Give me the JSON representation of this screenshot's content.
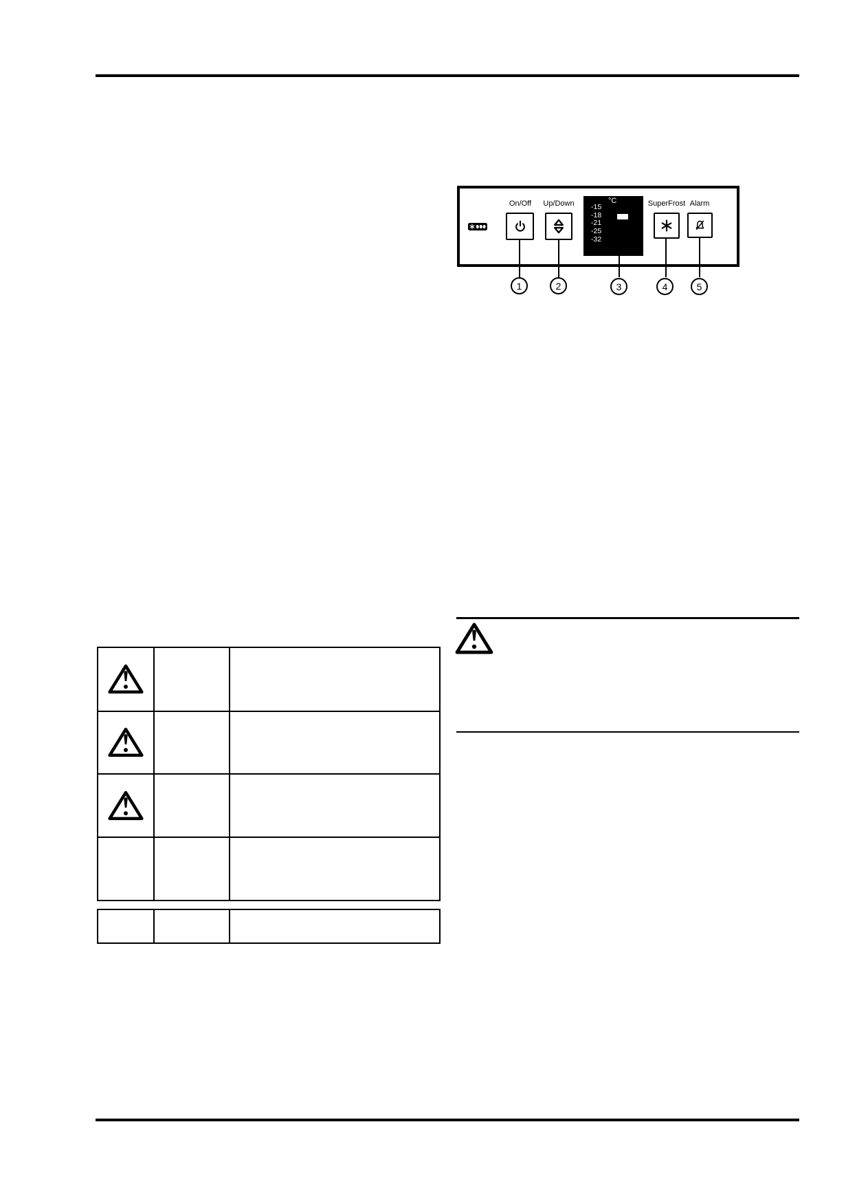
{
  "colors": {
    "ink": "#000000",
    "paper": "#ffffff",
    "display_bg": "#000000",
    "display_text": "#ffffff"
  },
  "control_panel": {
    "badge": {
      "icon": "freezer-rating-badge-icon"
    },
    "buttons": {
      "on_off": {
        "label": "On/Off",
        "icon": "power-icon",
        "callout": "1"
      },
      "up_down": {
        "label": "Up/Down",
        "icon": "up-down-arrows-icon",
        "callout": "2"
      },
      "superfrost": {
        "label": "SuperFrost",
        "icon": "snowflake-icon",
        "callout": "4"
      },
      "alarm": {
        "label": "Alarm",
        "icon": "alarm-off-icon",
        "callout": "5"
      }
    },
    "display": {
      "unit": "°C",
      "temperatures": [
        "-15",
        "-18",
        "-21",
        "-25",
        "-32"
      ],
      "selected_temperature": "-18",
      "callout": "3"
    }
  },
  "callouts": [
    "1",
    "2",
    "3",
    "4",
    "5"
  ],
  "left_table": {
    "columns": 3,
    "rows": [
      {
        "icon": "warning-triangle-icon"
      },
      {
        "icon": "warning-triangle-icon"
      },
      {
        "icon": "warning-triangle-icon"
      },
      {
        "icon": ""
      }
    ]
  },
  "note_table": {
    "columns": 3,
    "rows": 1
  },
  "right_note": {
    "icon": "warning-triangle-icon"
  }
}
